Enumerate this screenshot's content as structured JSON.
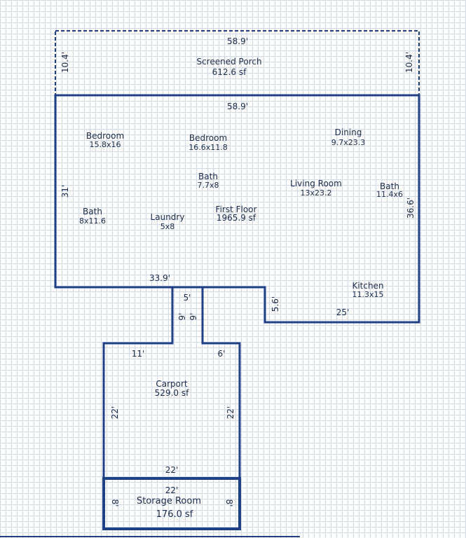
{
  "colors": {
    "wall": "#1f3f86",
    "text": "#1a2a4a",
    "grid": "#cfd8e3"
  },
  "porch": {
    "name": "Screened Porch",
    "area": "612.6 sf",
    "top_dim": "58.9'",
    "left_dim": "10.4'",
    "right_dim": "10.4'"
  },
  "first_floor": {
    "name": "First Floor",
    "area": "1965.9 sf",
    "top_dim": "58.9'",
    "left_dim": "31'",
    "right_dim": "36.6'",
    "bottom_left_dim": "33.9'",
    "step_dim": "5.6'",
    "bottom_right_dim": "25'"
  },
  "rooms": [
    {
      "name": "Bedroom",
      "size": "15.8x16"
    },
    {
      "name": "Bedroom",
      "size": "16.6x11.8"
    },
    {
      "name": "Dining",
      "size": "9.7x23.3"
    },
    {
      "name": "Bath",
      "size": "7.7x8"
    },
    {
      "name": "Living Room",
      "size": "13x23.2"
    },
    {
      "name": "Bath",
      "size": "11.4x6"
    },
    {
      "name": "Bath",
      "size": "8x11.6"
    },
    {
      "name": "Laundry",
      "size": "5x8"
    },
    {
      "name": "Kitchen",
      "size": "11.3x15"
    }
  ],
  "connector": {
    "width_dim": "5'",
    "left_dim": "9'",
    "right_dim": "9'"
  },
  "carport": {
    "name": "Carport",
    "area": "529.0 sf",
    "left_top_dim": "11'",
    "right_top_dim": "6'",
    "left_dim": "22'",
    "right_dim": "22'",
    "bottom_dim": "22'"
  },
  "storage": {
    "name": "Storage Room",
    "area": "176.0 sf",
    "top_dim": "22'",
    "left_dim": "8'",
    "right_dim": "8'"
  }
}
